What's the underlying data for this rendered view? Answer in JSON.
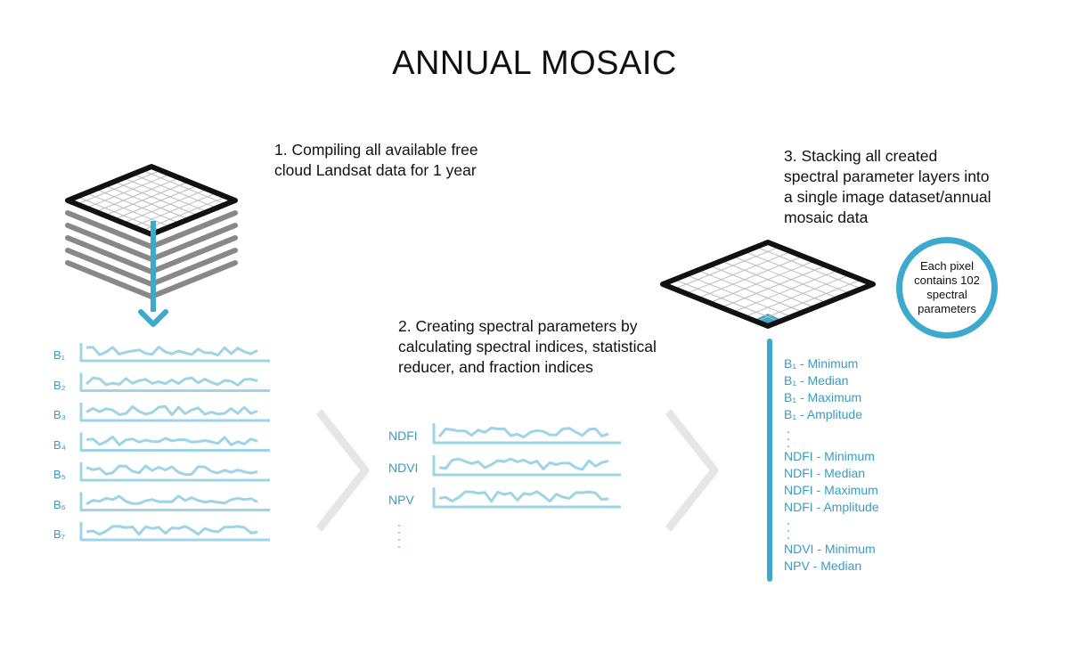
{
  "title": "ANNUAL MOSAIC",
  "steps": {
    "step1": "1. Compiling all available free\ncloud Landsat data for 1 year",
    "step2": "2. Creating spectral parameters by\ncalculating spectral indices, statistical\nreducer, and fraction indices",
    "step3": "3. Stacking all created\nspectral parameter layers into\na single image dataset/annual\nmosaic data"
  },
  "bubble": "Each pixel contains 102 spectral parameters",
  "bands": [
    "B₁",
    "B₂",
    "B₃",
    "B₄",
    "B₅",
    "B₆",
    "B₇"
  ],
  "indices": [
    "NDFI",
    "NDVI",
    "NPV"
  ],
  "parameters": [
    {
      "name": "B₁",
      "stat": "Minimum"
    },
    {
      "name": "B₁",
      "stat": "Median"
    },
    {
      "name": "B₁",
      "stat": "Maximum"
    },
    {
      "name": "B₁",
      "stat": "Amplitude"
    },
    {
      "name": "NDFI",
      "stat": "Minimum"
    },
    {
      "name": "NDFI",
      "stat": "Median"
    },
    {
      "name": "NDFI",
      "stat": "Maximum"
    },
    {
      "name": "NDFI",
      "stat": "Amplitude"
    },
    {
      "name": "NDVI",
      "stat": "Minimum"
    },
    {
      "name": "NPV",
      "stat": "Median"
    }
  ],
  "colors": {
    "accent": "#3da9cd",
    "series": "#9fd4e6",
    "chevron": "#e6e6e6",
    "stack_top": "#111111",
    "stack_layer": "#888888"
  }
}
